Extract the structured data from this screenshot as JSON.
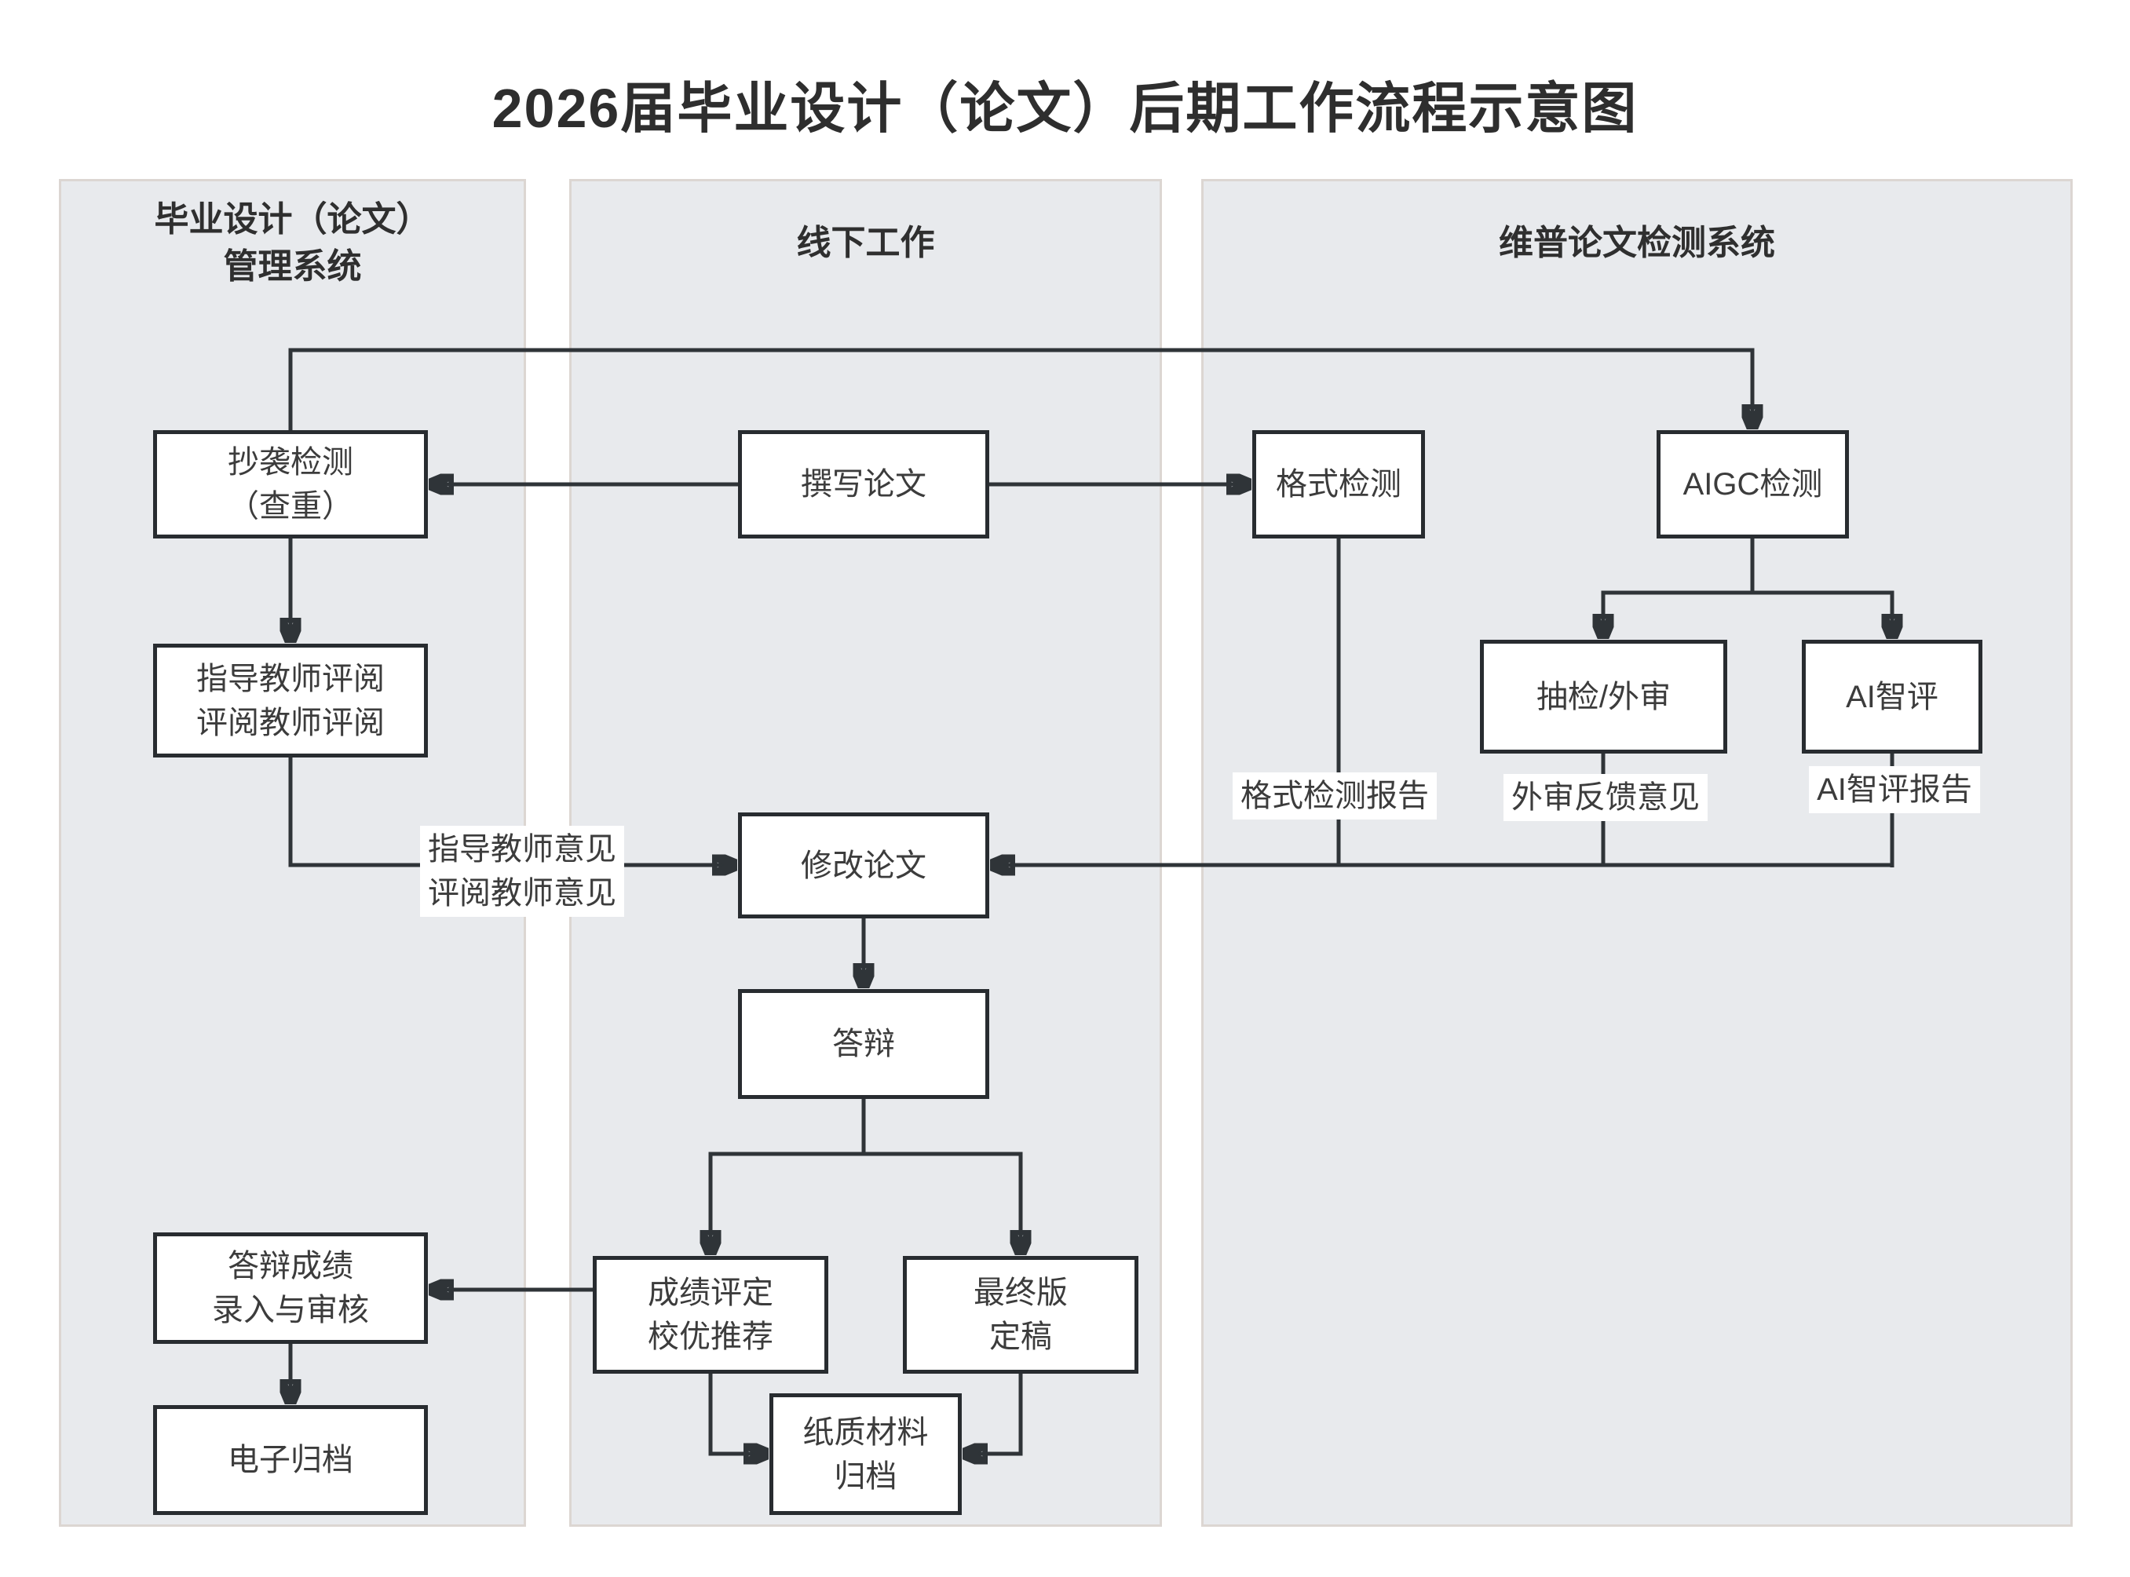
{
  "title": "2026届毕业设计（论文）后期工作流程示意图",
  "lanes": {
    "management": {
      "title_line1": "毕业设计（论文）",
      "title_line2": "管理系统"
    },
    "offline": {
      "title_line1": "线下工作",
      "title_line2": ""
    },
    "vip": {
      "title_line1": "维普论文检测系统",
      "title_line2": ""
    }
  },
  "nodes": {
    "plagiarism_check": {
      "line1": "抄袭检测",
      "line2": "（查重）"
    },
    "advisor_review": {
      "line1": "指导教师评阅",
      "line2": "评阅教师评阅"
    },
    "defense_score_entry": {
      "line1": "答辩成绩",
      "line2": "录入与审核"
    },
    "electronic_archive": {
      "line1": "电子归档",
      "line2": ""
    },
    "write_thesis": {
      "line1": "撰写论文",
      "line2": ""
    },
    "revise_thesis": {
      "line1": "修改论文",
      "line2": ""
    },
    "defense": {
      "line1": "答辩",
      "line2": ""
    },
    "grade_evaluation": {
      "line1": "成绩评定",
      "line2": "校优推荐"
    },
    "final_version": {
      "line1": "最终版",
      "line2": "定稿"
    },
    "paper_archive": {
      "line1": "纸质材料",
      "line2": "归档"
    },
    "format_check": {
      "line1": "格式检测",
      "line2": ""
    },
    "aigc_check": {
      "line1": "AIGC检测",
      "line2": ""
    },
    "sampling_external_review": {
      "line1": "抽检/外审",
      "line2": ""
    },
    "ai_evaluation": {
      "line1": "AI智评",
      "line2": ""
    }
  },
  "edge_labels": {
    "advisor_opinion": {
      "line1": "指导教师意见",
      "line2": "评阅教师意见"
    },
    "format_report": {
      "line1": "格式检测报告",
      "line2": ""
    },
    "external_feedback": {
      "line1": "外审反馈意见",
      "line2": ""
    },
    "ai_report": {
      "line1": "AI智评报告",
      "line2": ""
    }
  },
  "colors": {
    "lane_background": "#e8eaed",
    "lane_border": "#dcd6d2",
    "box_background": "#ffffff",
    "box_border": "#282c30",
    "connector": "#2f3438",
    "text": "#3c3c3c",
    "title": "#2e2e2e"
  }
}
